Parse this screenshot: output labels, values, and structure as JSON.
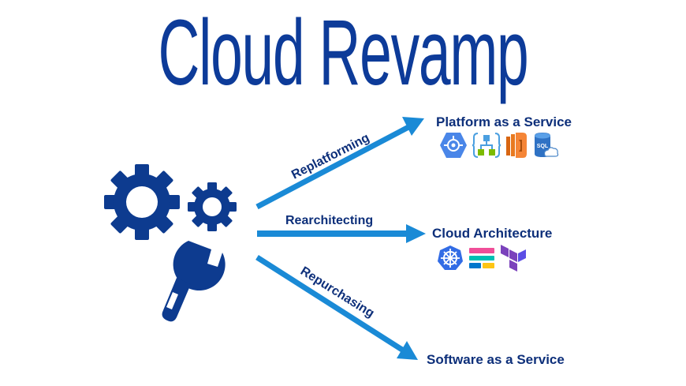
{
  "title": "Cloud Revamp",
  "colors": {
    "title": "#0d3b99",
    "gears": "#0d3b8f",
    "arrow": "#1a8ad6",
    "label": "#0d2f7a"
  },
  "hub_icon": "gears-and-wrench-icon",
  "paths": [
    {
      "strategy": "Replatforming",
      "direction": "up-right",
      "target": "Platform as a Service",
      "target_icons": [
        "google-app-engine-icon",
        "logic-apps-icon",
        "aws-lambda-icon",
        "azure-sql-icon"
      ]
    },
    {
      "strategy": "Rearchitecting",
      "direction": "right",
      "target": "Cloud Architecture",
      "target_icons": [
        "kubernetes-icon",
        "elastic-icon",
        "terraform-icon"
      ]
    },
    {
      "strategy": "Repurchasing",
      "direction": "down-right",
      "target": "Software as a Service",
      "target_icons": []
    }
  ]
}
